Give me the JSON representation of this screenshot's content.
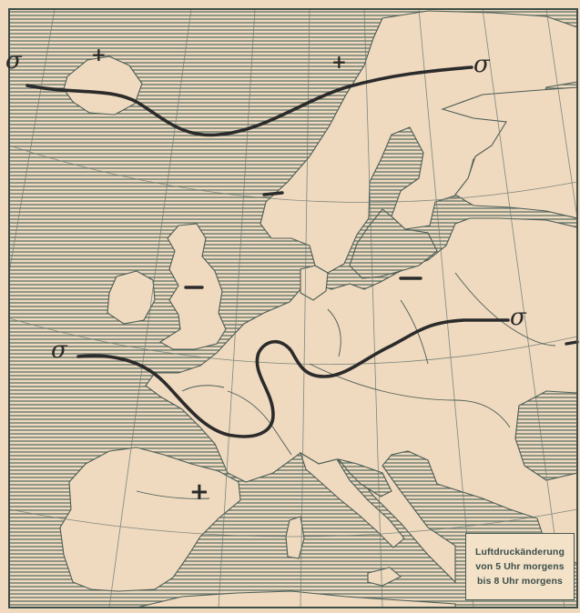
{
  "legend": {
    "line1": "Luftdruckänderung",
    "line2": "von 5 Uhr morgens",
    "line3": "bis 8 Uhr morgens"
  },
  "marks": {
    "isoline_symbol": "σ",
    "plus": "+",
    "minus": "−"
  },
  "colors": {
    "paper": "#efd9bf",
    "sea_hatch": "#5d7168",
    "coast": "#4b5d55",
    "isoline": "#2b2b2b"
  }
}
